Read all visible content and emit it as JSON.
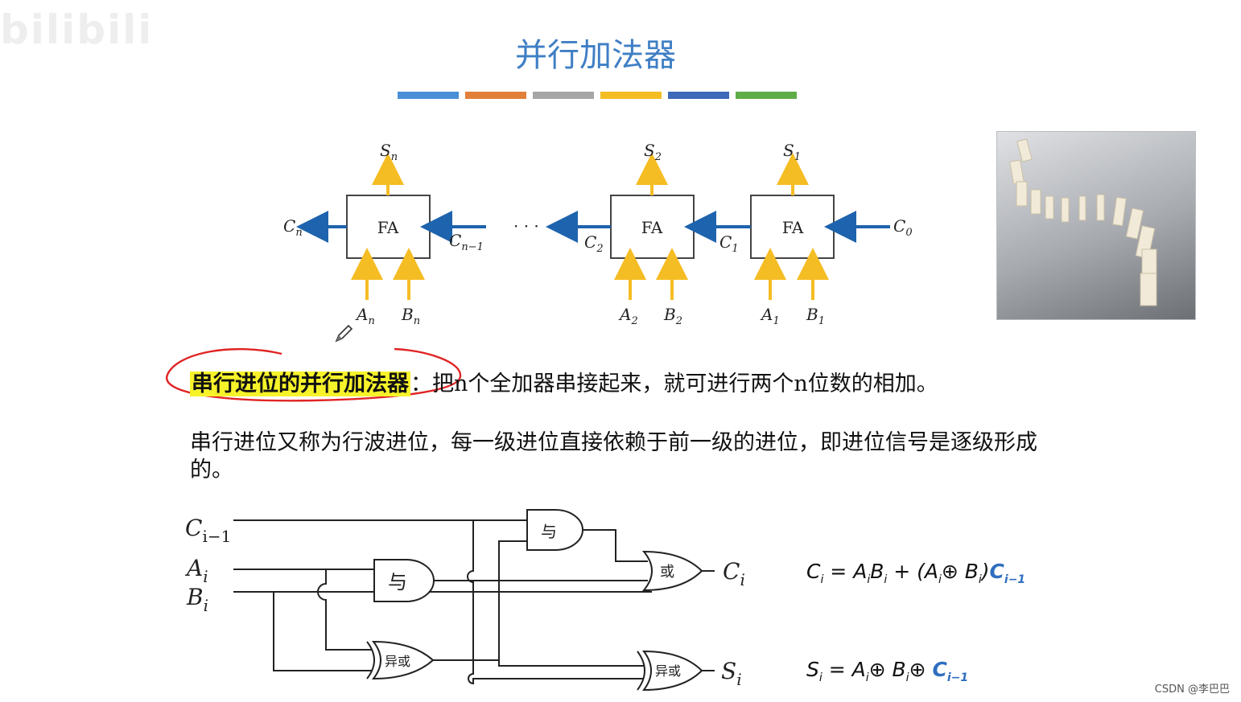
{
  "watermark": "bilibili",
  "title": "并行加法器",
  "color_bars": [
    "#4a8fd6",
    "#e2803a",
    "#a6a6a6",
    "#f5bd24",
    "#3d69b8",
    "#5fad48"
  ],
  "fa_diagram": {
    "block_label": "FA",
    "ellipsis": "· · ·",
    "sum_labels": [
      "S",
      "S",
      "S"
    ],
    "sum_subs": [
      "n",
      "2",
      "1"
    ],
    "carry_left": "C",
    "carry_left_sub": "n",
    "carry_nm1": "C",
    "carry_nm1_sub": "n−1",
    "carry_2": "C",
    "carry_2_sub": "2",
    "carry_1": "C",
    "carry_1_sub": "1",
    "carry_0": "C",
    "carry_0_sub": "0",
    "a_labels": [
      "A",
      "A",
      "A"
    ],
    "a_subs": [
      "n",
      "2",
      "1"
    ],
    "b_labels": [
      "B",
      "B",
      "B"
    ],
    "b_subs": [
      "n",
      "2",
      "1"
    ],
    "arrow_color_yellow": "#f5bd24",
    "arrow_color_blue": "#1e63ad"
  },
  "text": {
    "highlight": "串行进位的并行加法器",
    "line1_rest": "：把n个全加器串接起来，就可进行两个n位数的相加。",
    "paragraph": "串行进位又称为行波进位，每一级进位直接依赖于前一级的进位，即进位信号是逐级形成的。"
  },
  "gates": {
    "input_c": "C",
    "input_c_sub": "i−1",
    "input_a": "A",
    "input_a_sub": "i",
    "input_b": "B",
    "input_b_sub": "i",
    "and_label": "与",
    "or_label": "或",
    "xor_label": "异或",
    "out_c": "C",
    "out_c_sub": "i",
    "out_s": "S",
    "out_s_sub": "i"
  },
  "formulas": {
    "ci": {
      "lhs": "C",
      "lhs_sub": "i",
      "eq": " = A",
      "t1": "i",
      "b": "B",
      "t2": "i",
      "mid": " + (A",
      "t3": "i",
      "xor": "⊕ B",
      "t4": "i",
      "close": ")",
      "c": "C",
      "c_sub": "i−1"
    },
    "si": {
      "lhs": "S",
      "lhs_sub": "i",
      "eq": " = A",
      "t1": "i",
      "xor1": "⊕ B",
      "t2": "i",
      "xor2": "⊕ ",
      "c": "C",
      "c_sub": "i−1"
    }
  },
  "footer": "CSDN @李巴巴",
  "ink_color": "#e02424"
}
